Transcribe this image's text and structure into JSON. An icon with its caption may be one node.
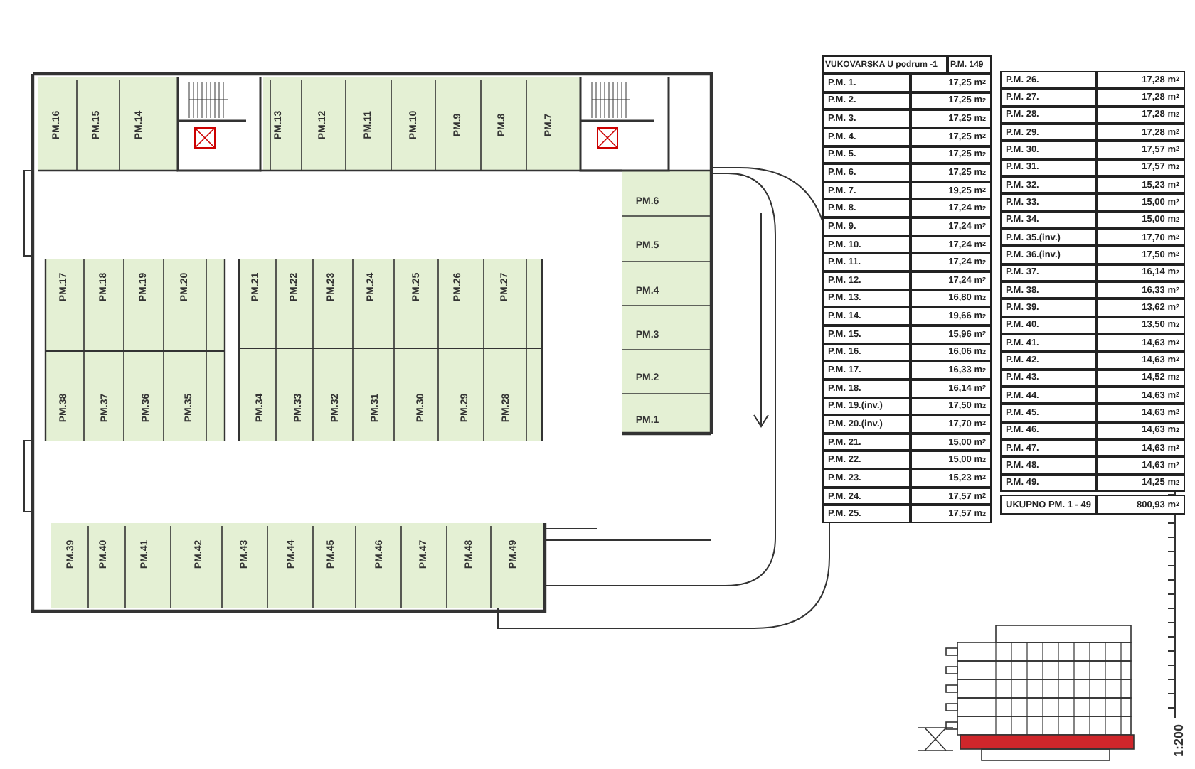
{
  "diagram": {
    "labels": [
      "VUKOVARSKA U  podrum -1",
      "P.M. 149",
      "P.M. 1.",
      "17,25 m$^{2}$",
      "P.M. 2.",
      "17,25 m$^{2}$",
      "P.M. 3.",
      "17,25 m$^{2}$",
      "P.M. 4.",
      "17,25 m$^{2}$",
      "P.M. 5.",
      "17,25 m$^{2}$",
      "P.M. 6.",
      "17,25 m$^{2}$",
      "P.M. 7.",
      "19,25 m$^{2}$",
      "P.M. 8.",
      "17,24 m$^{2}$",
      "P.M. 9.",
      "17,24 m$^{2}$",
      "P.M. 10.",
      "17,24 m$^{2}$",
      "P.M. 11.",
      "17,24 m$^{2}$",
      "P.M. 12.",
      "17,24 m$^{2}$",
      "P.M. 13.",
      "16,80 m$^{2}$",
      "P.M. 14.",
      "19,66 m$^{2}$",
      "P.M. 15.",
      "15,96 m$^{2}$",
      "P.M. 16.",
      "16,06 m$^{2}$",
      "P.M. 17.",
      "16,33 m$^{2}$",
      "P.M. 18.",
      "16,14 m$^{2}$",
      "P.M. 19.(inv.)",
      "17,50 m$^{2}$",
      "P.M. 20.(inv.)",
      "17,70 m$^{2}$",
      "P.M. 21.",
      "15,00 m$^{2}$",
      "P.M. 22.",
      "15,00 m$^{2}$",
      "P.M. 23.",
      "15,23 m$^{2}$",
      "P.M. 24.",
      "17,57 m$^{2}$",
      "P.M. 25.",
      "17,57 m$^{2}$",
      "P.M. 26.",
      "17,28 m$^{2}$",
      "P.M. 27.",
      "17,28 m$^{2}$",
      "P.M. 28.",
      "17,28 m$^{2}$",
      "P.M. 29.",
      "17,28 m$^{2}$",
      "P.M. 30.",
      "17,57 m$^{2}$",
      "P.M. 31.",
      "17,57 m$^{2}$",
      "P.M. 32.",
      "15,23 m$^{2}$",
      "P.M. 33.",
      "15,00 m$^{2}$",
      "P.M. 34.",
      "15,00 m$^{2}$",
      "P.M. 35.(inv.)",
      "17,70 m$^{2}$",
      "P.M. 36.(inv.)",
      "17,50 m$^{2}$",
      "P.M. 37.",
      "16,14 m$^{2}$",
      "P.M. 38.",
      "16,33 m$^{2}$",
      "P.M. 39.",
      "13,62 m$^{2}$",
      "P.M. 40.",
      "13,50 m$^{2}$",
      "P.M. 41.",
      "14,63 m$^{2}$",
      "P.M. 42.",
      "14,63 m$^{2}$",
      "P.M. 43.",
      "14,52 m$^{2}$",
      "P.M. 44.",
      "14,63 m$^{2}$",
      "P.M. 45.",
      "14,63 m$^{2}$",
      "P.M. 46.",
      "14,63 m$^{2}$",
      "P.M. 47.",
      "14,63 m$^{2}$",
      "P.M. 48.",
      "14,63 m$^{2}$",
      "P.M. 49.",
      "14,25 m$^{2}$",
      "UKUPNO PM. 1 - 49",
      "800,93 m$^{2}$",
      "PM.16",
      "PM.15",
      "PM.14",
      "PM.13",
      "PM.12",
      "PM.11",
      "PM.10",
      "PM.9",
      "PM.8",
      "PM.7",
      "PM.6",
      "PM.5",
      "PM.17",
      "PM.18",
      "PM.19",
      "PM.20",
      "PM.21",
      "PM.22",
      "PM.23",
      "PM.24",
      "PM.25",
      "PM.26",
      "PM.27",
      "PM.4",
      "PM.3",
      "PM.2",
      "PM.38",
      "PM.37",
      "PM.36",
      "PM.35",
      "PM.34",
      "PM.33",
      "PM.32",
      "PM.31",
      "PM.30",
      "PM.29",
      "PM.28",
      "PM.1",
      "PM.39",
      "PM.40",
      "PM.41",
      "PM.42",
      "PM.43",
      "PM.44",
      "PM.45",
      "PM.46",
      "PM.47",
      "PM.48",
      "PM.49",
      "1:200"
    ]
  }
}
